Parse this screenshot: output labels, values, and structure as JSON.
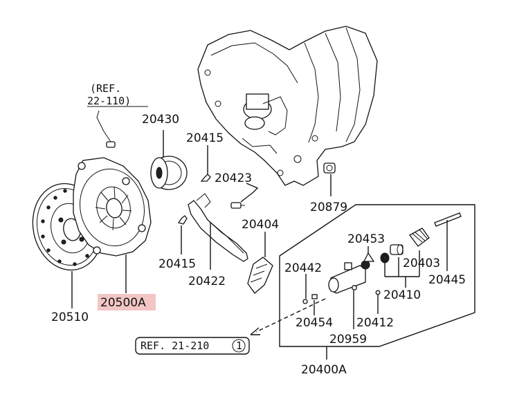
{
  "labels": {
    "ref_top_1": "(REF.",
    "ref_top_2": "22-110)",
    "p20430": "20430",
    "p20415_top": "20415",
    "p20423": "20423",
    "p20879": "20879",
    "p20404": "20404",
    "p20453": "20453",
    "p20442": "20442",
    "p20403": "20403",
    "p20445": "20445",
    "p20410": "20410",
    "p20415_bottom": "20415",
    "p20422": "20422",
    "p20510": "20510",
    "p20500A": "20500A",
    "p20454": "20454",
    "p20412": "20412",
    "p20959": "20959",
    "ref_bottom": "REF. 21-210",
    "ref_bottom_circle": "1",
    "p20400A": "20400A"
  },
  "colors": {
    "highlight": "#f3c6c6",
    "line": "#111111",
    "background": "#ffffff"
  }
}
